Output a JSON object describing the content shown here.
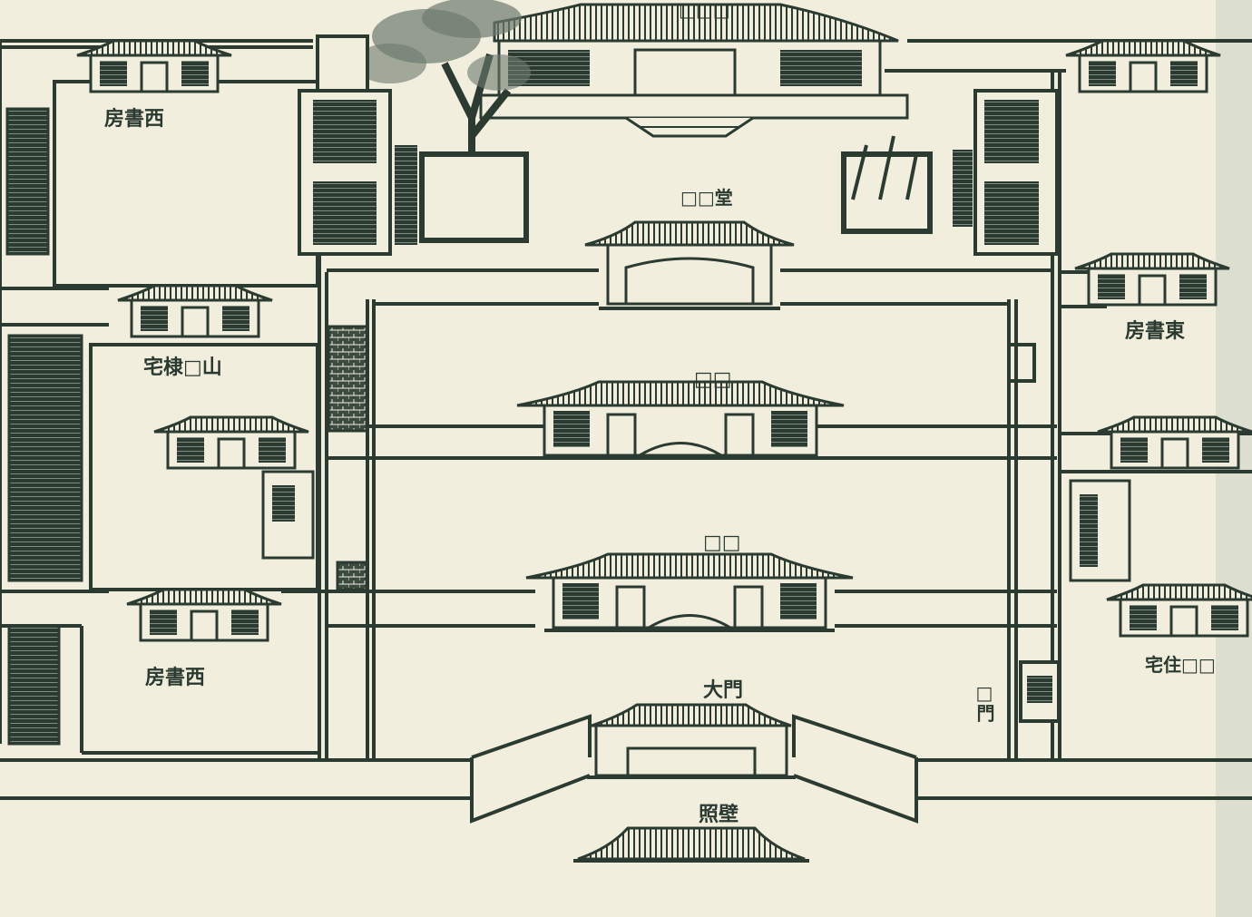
{
  "image_type": "woodblock-print architectural plan of a traditional Chinese yamen compound",
  "colors": {
    "paper": "#f1eedd",
    "ink": "#2c3b31",
    "ink_light": "#6c7a6e",
    "faded_edge": "#cfd3c8"
  },
  "labels": {
    "top_center": "□□□",
    "west_study_top": "房書西",
    "east_study": "房書東",
    "pavilion": "□□堂",
    "residence_west": "宅棣□山",
    "second_hall": "□□",
    "first_hall": "□□",
    "west_study_bottom": "房書西",
    "east_residence": "宅住□□",
    "side_gate": "□門",
    "main_gate": "大門",
    "screen_wall": "照壁"
  }
}
